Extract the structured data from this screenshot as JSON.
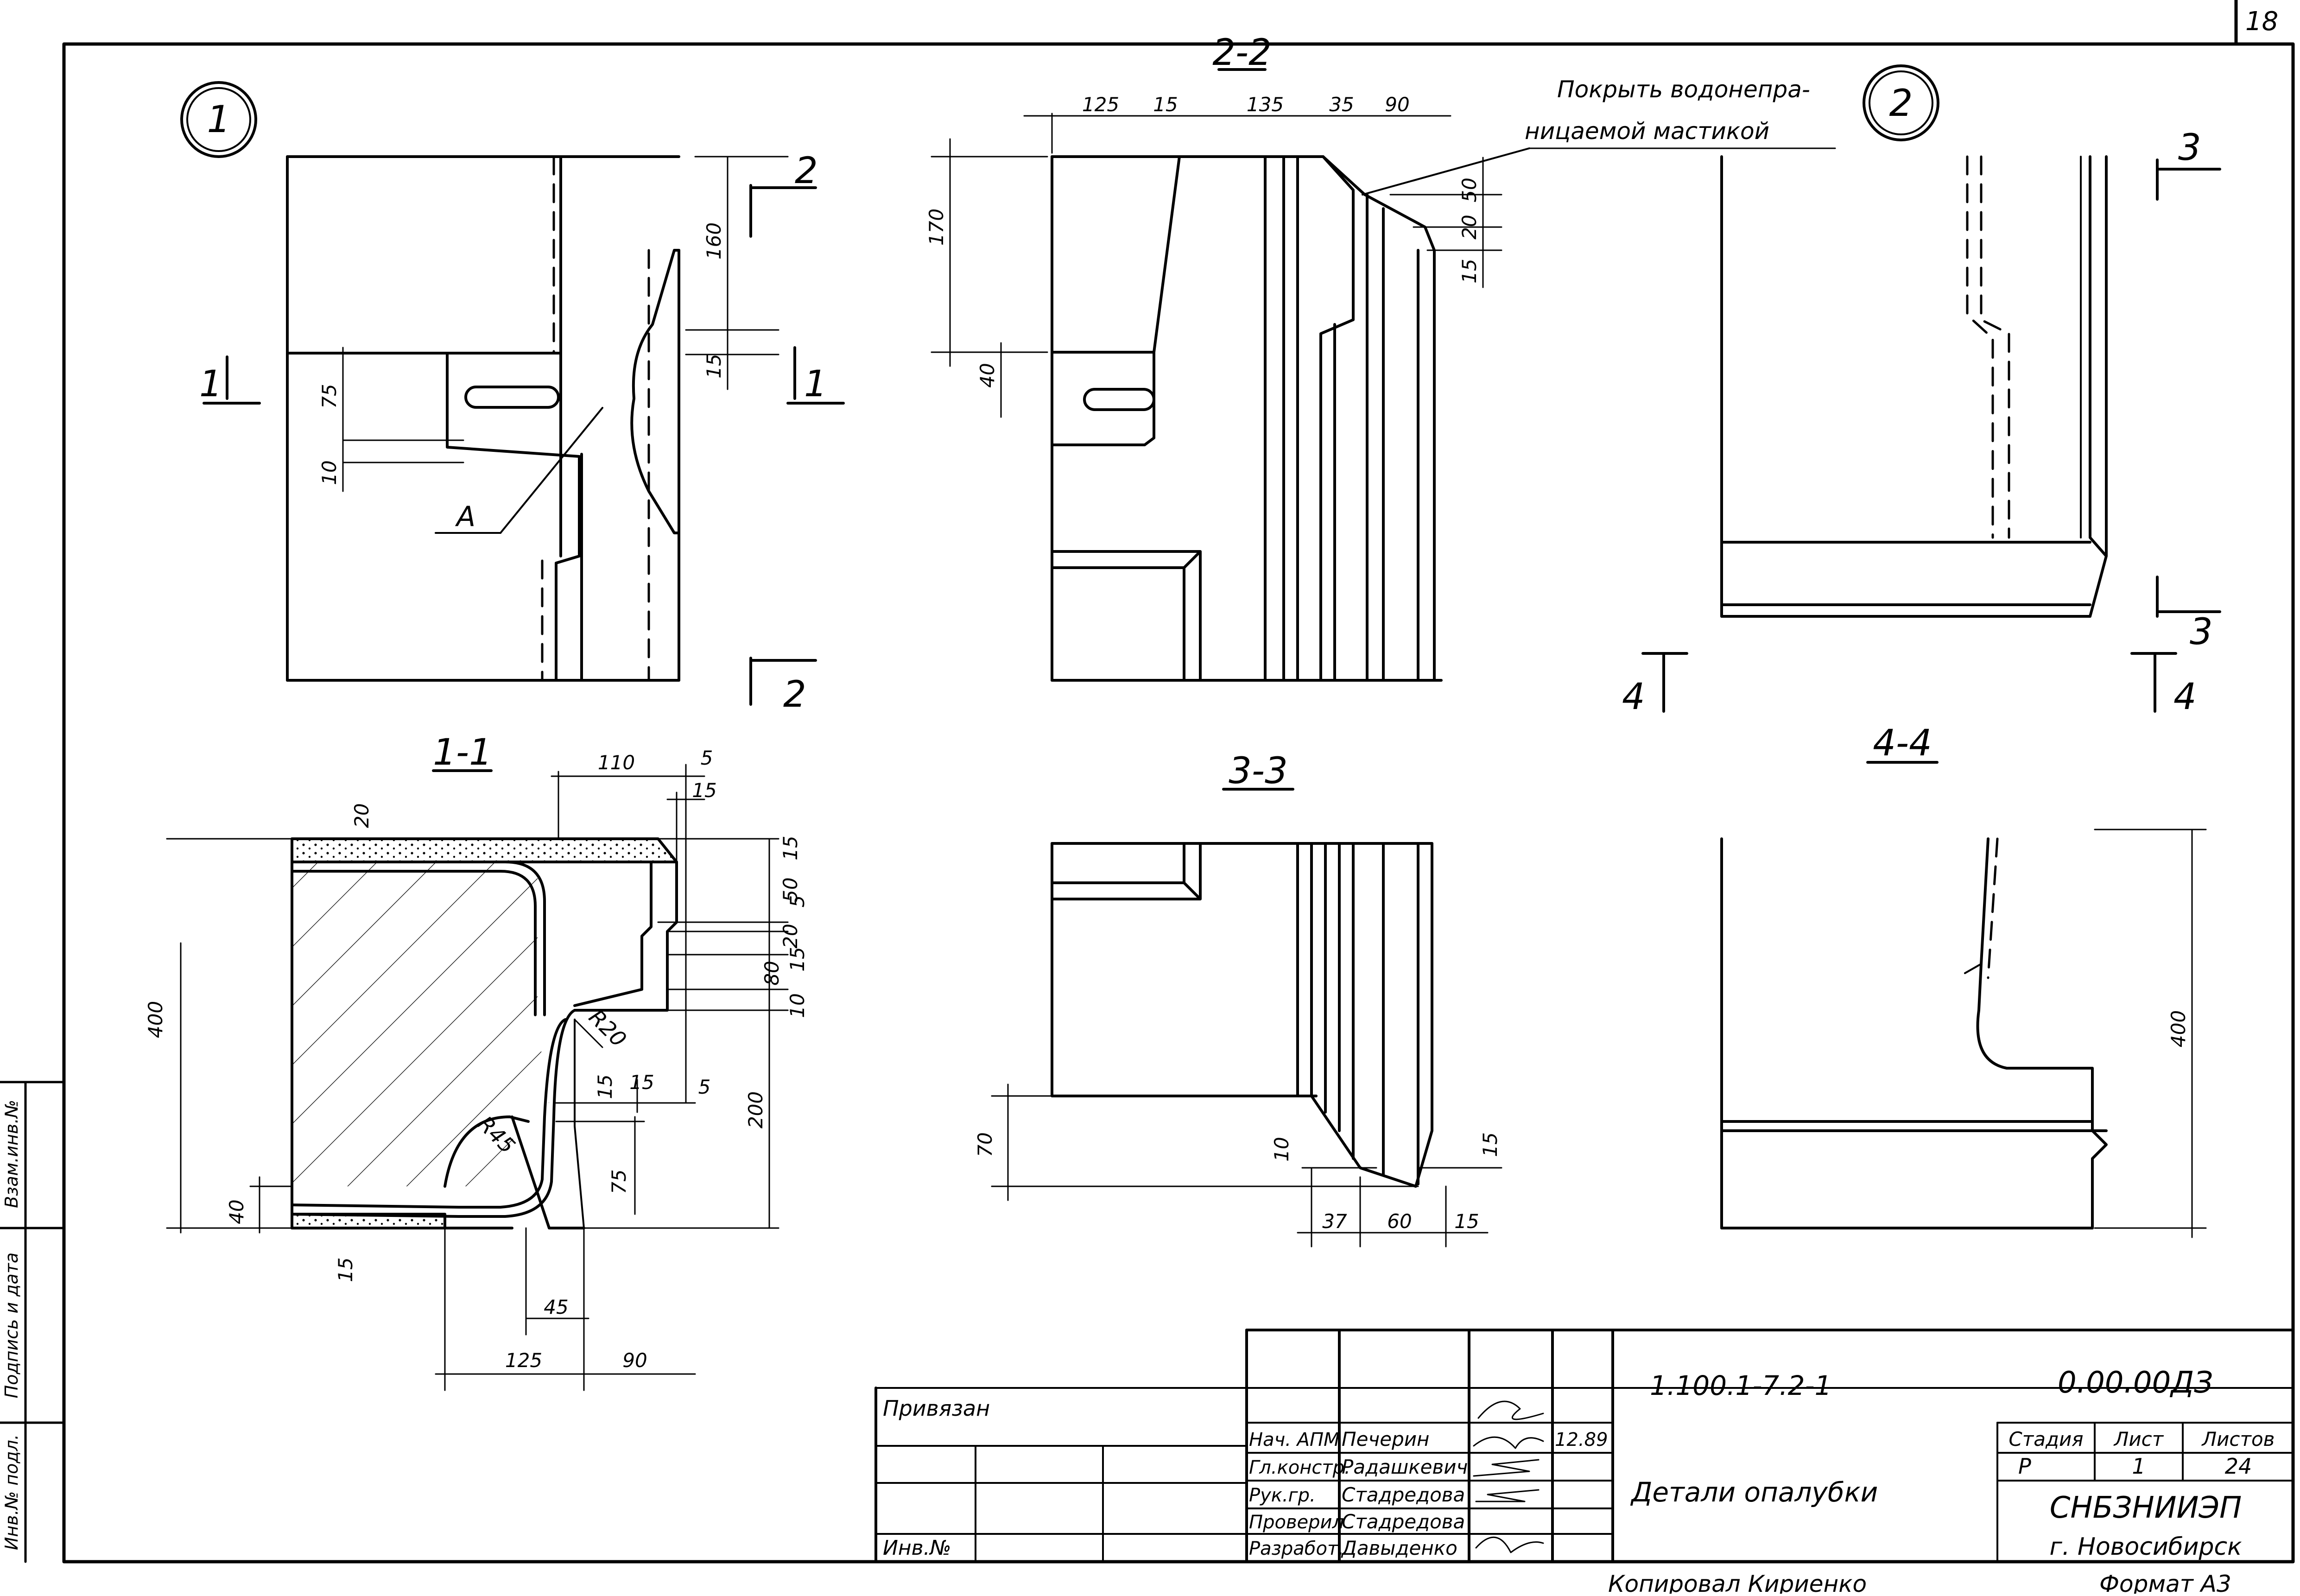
{
  "sheet": {
    "number": "18",
    "format": "Формат А3",
    "copied_by": "Копировал   Кириенко"
  },
  "views": {
    "node1": "1",
    "node2": "2",
    "s11": "1-1",
    "s22": "2-2",
    "s33": "3-3",
    "s44": "4-4",
    "cut1_left": "1",
    "cut1_right": "1",
    "cut2_top": "2",
    "cut2_bottom": "2",
    "cut3_top": "3",
    "cut3_bottom": "3",
    "cut4_left": "4",
    "cut4_right": "4"
  },
  "notes": {
    "mastic_line1": "Покрыть водонепра-",
    "mastic_line2": "ницаемой мастикой",
    "leader_a": "А"
  },
  "dims": {
    "n1_160": "160",
    "n1_15": "15",
    "n1_75": "75",
    "n1_10": "10",
    "s22_125": "125",
    "s22_15": "15",
    "s22_135": "135",
    "s22_35": "35",
    "s22_90": "90",
    "s22_170": "170",
    "s22_40": "40",
    "s22_50": "50",
    "s22_20": "20",
    "s22_15b": "15",
    "s11_110": "110",
    "s11_5a": "5",
    "s11_15a": "15",
    "s11_20": "20",
    "s11_400": "400",
    "s11_15r1": "15",
    "s11_50": "50",
    "s11_5r": "5",
    "s11_20r": "20",
    "s11_15r2": "15",
    "s11_80": "80",
    "s11_10r": "10",
    "s11_r20": "R20",
    "s11_15c": "15",
    "s11_15d": "15",
    "s11_5b": "5",
    "s11_200": "200",
    "s11_r45": "R45",
    "s11_75": "75",
    "s11_40": "40",
    "s11_15e": "15",
    "s11_45": "45",
    "s11_125": "125",
    "s11_90": "90",
    "s33_70": "70",
    "s33_10": "10",
    "s33_15": "15",
    "s33_37": "37",
    "s33_60": "60",
    "s33_15b": "15",
    "s44_400": "400"
  },
  "title_block": {
    "privyazan": "Привязан",
    "inv_no": "Инв.№",
    "doc_code": "1.100.1-7.2-1",
    "sheet_code": "0.00.00ДЗ",
    "drawing_title": "Детали опалубки",
    "stage_header": "Стадия",
    "sheet_header": "Лист",
    "sheets_header": "Листов",
    "stage": "Р",
    "sheet": "1",
    "sheets": "24",
    "org": "СНБЗНИИЭП",
    "city": "г. Новосибирск",
    "date": "12.89",
    "roles": [
      "Нач. АПМ",
      "Гл.констр.",
      "Рук.гр.",
      "Проверил",
      "Разработ."
    ],
    "names": [
      "Печерин",
      "Радашкевич",
      "Стадредова",
      "Стадредова",
      "Давыденко"
    ]
  },
  "side_stamp": {
    "vzam": "Взам.инв.№",
    "podp": "Подпись и дата",
    "inv_podl": "Инв.№ подл."
  }
}
